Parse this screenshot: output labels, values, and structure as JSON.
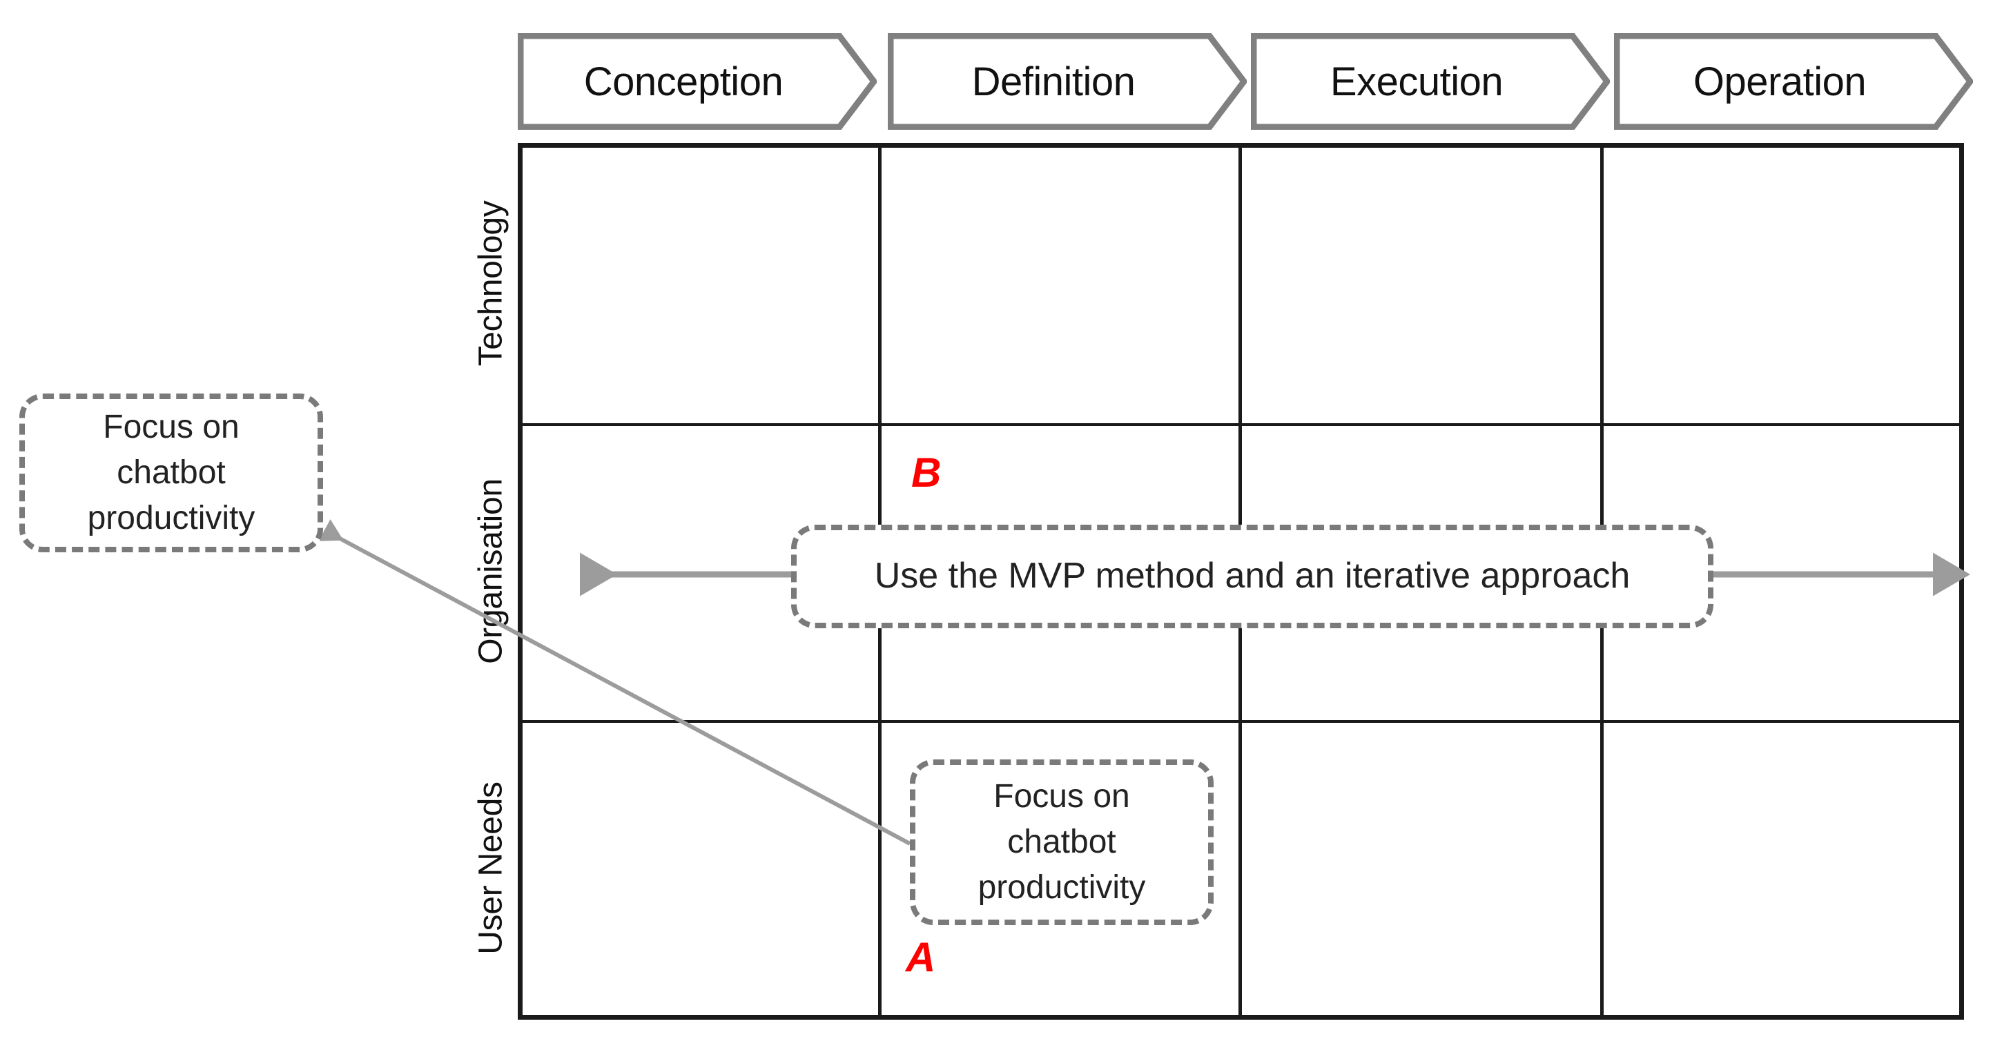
{
  "diagram": {
    "title": "Technology / Organisation / User Needs vs project phases matrix",
    "accent_marker_color": "#FF0000",
    "line_color": "#1a1a1a",
    "dash_color": "#7a7a7a",
    "arrow_color": "#9c9c9c",
    "chevron_border_color": "#808080"
  },
  "columns": [
    {
      "id": "conception",
      "label": "Conception"
    },
    {
      "id": "definition",
      "label": "Definition"
    },
    {
      "id": "execution",
      "label": "Execution"
    },
    {
      "id": "operation",
      "label": "Operation"
    }
  ],
  "rows": [
    {
      "id": "technology",
      "label": "Technology"
    },
    {
      "id": "organisation",
      "label": "Organisation"
    },
    {
      "id": "user-needs",
      "label": "User Needs"
    }
  ],
  "callouts": {
    "left_outside": {
      "text": "Focus on chatbot productivity",
      "lines": [
        "Focus on",
        "chatbot",
        "productivity"
      ]
    },
    "mvp_band": {
      "text": "Use the MVP method and an iterative approach"
    },
    "user_needs_definition": {
      "text": "Focus on chatbot productivity",
      "lines": [
        "Focus on",
        "chatbot",
        "productivity"
      ]
    }
  },
  "markers": [
    {
      "id": "marker-b",
      "label": "B"
    },
    {
      "id": "marker-a",
      "label": "A"
    }
  ]
}
